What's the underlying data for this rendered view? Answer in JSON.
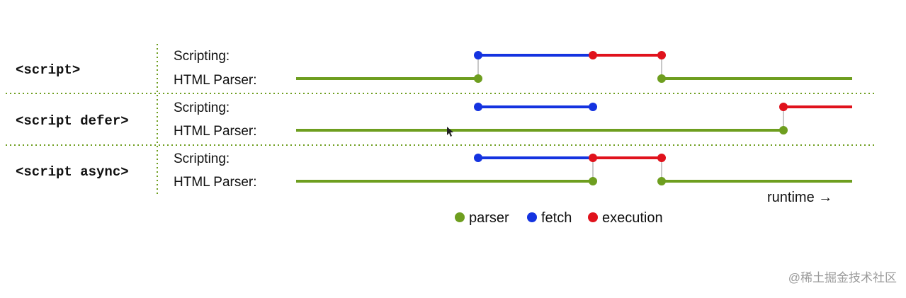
{
  "colors": {
    "parser": "#6e9e1f",
    "fetch": "#1433e0",
    "execution": "#e0121c",
    "connector": "#c8c8c8",
    "divider": "#6e9e1f"
  },
  "rows": [
    {
      "label": "<script>",
      "scripting_label": "Scripting:",
      "parser_label": "HTML Parser:"
    },
    {
      "label": "<script defer>",
      "scripting_label": "Scripting:",
      "parser_label": "HTML Parser:"
    },
    {
      "label": "<script async>",
      "scripting_label": "Scripting:",
      "parser_label": "HTML Parser:"
    }
  ],
  "axis_label": "runtime →",
  "legend": [
    {
      "label": "parser",
      "color": "#6e9e1f"
    },
    {
      "label": "fetch",
      "color": "#1433e0"
    },
    {
      "label": "execution",
      "color": "#e0121c"
    }
  ],
  "watermark": "@稀土掘金技术社区"
}
